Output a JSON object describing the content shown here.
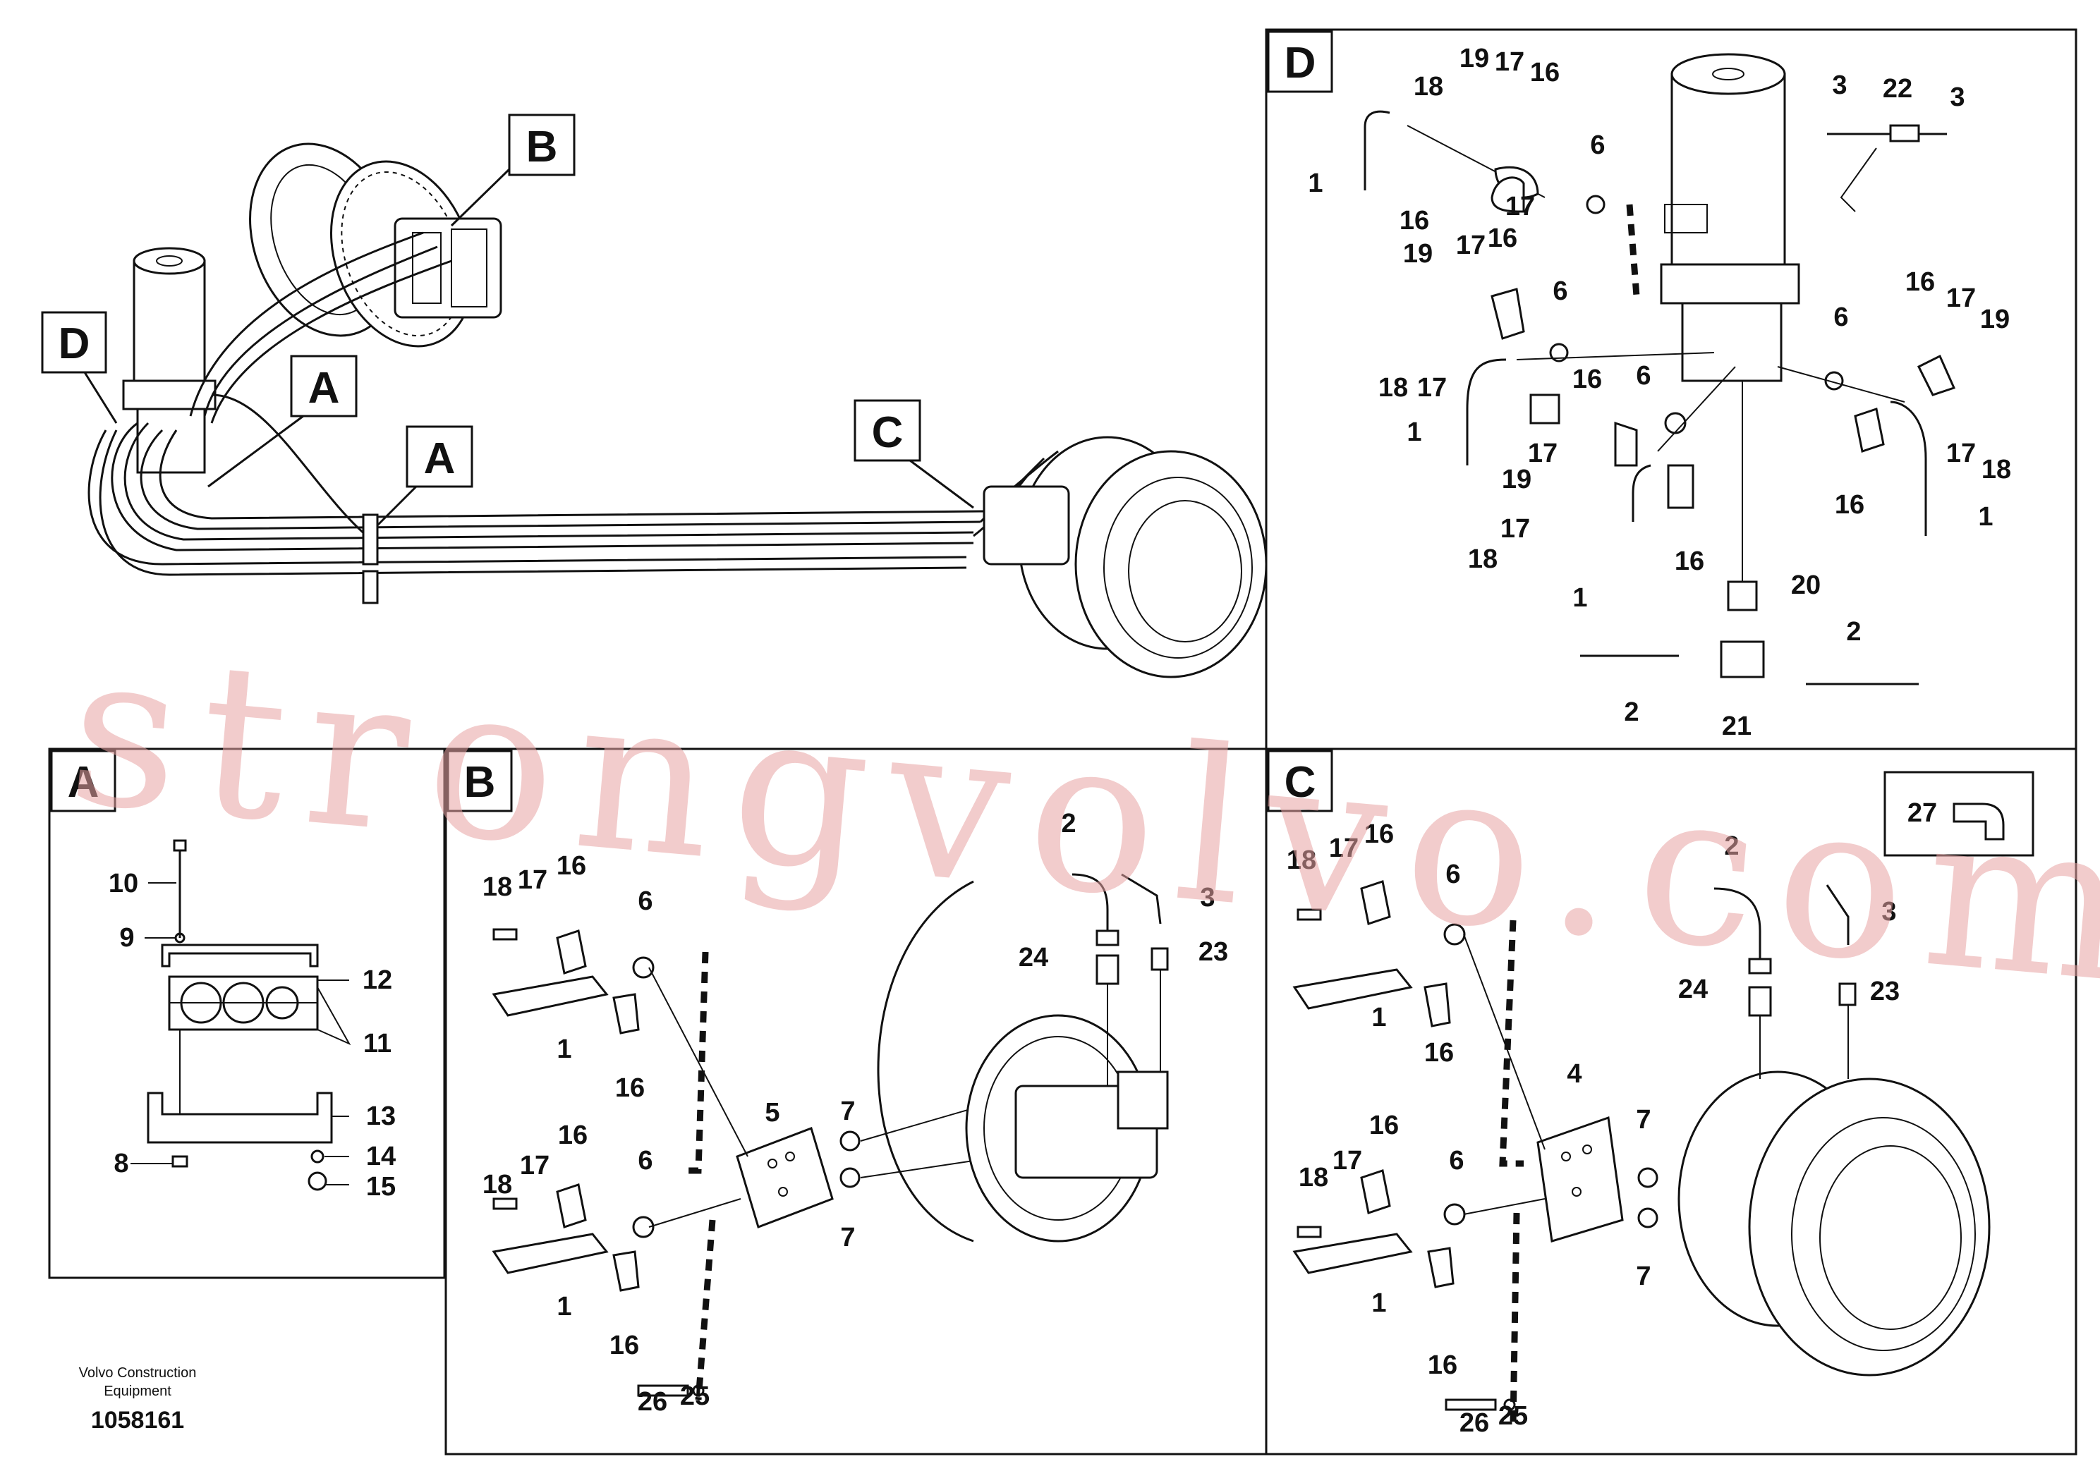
{
  "footer": {
    "company_line1": "Volvo Construction",
    "company_line2": "Equipment",
    "doc_number": "1058161"
  },
  "watermark": "strongvolvo.com",
  "colors": {
    "line": "#111111",
    "watermark": "#e7a3a3"
  },
  "overview": {
    "callouts": {
      "A1": "A",
      "A2": "A",
      "B": "B",
      "C": "C",
      "D": "D"
    }
  },
  "panel_A": {
    "title": "A",
    "labels": {
      "p10": "10",
      "p9": "9",
      "p12": "12",
      "p11": "11",
      "p13": "13",
      "p8": "8",
      "p14": "14",
      "p15": "15"
    }
  },
  "panel_B": {
    "title": "B",
    "labels": {
      "p18a": "18",
      "p17a": "17",
      "p16a": "16",
      "p6a": "6",
      "p1a": "1",
      "p16b": "16",
      "p5": "5",
      "p7a": "7",
      "p7b": "7",
      "p16c": "16",
      "p17b": "17",
      "p18b": "18",
      "p6b": "6",
      "p1b": "1",
      "p16d": "16",
      "p26": "26",
      "p25": "25",
      "p2": "2",
      "p3": "3",
      "p24": "24",
      "p23": "23"
    }
  },
  "panel_C": {
    "title": "C",
    "labels": {
      "p27": "27",
      "p18a": "18",
      "p17a": "17",
      "p16a": "16",
      "p6a": "6",
      "p1a": "1",
      "p16b": "16",
      "p4": "4",
      "p7a": "7",
      "p7b": "7",
      "p16c": "16",
      "p17b": "17",
      "p18b": "18",
      "p6b": "6",
      "p1b": "1",
      "p16d": "16",
      "p26": "26",
      "p25": "25",
      "p2": "2",
      "p3": "3",
      "p24": "24",
      "p23": "23"
    }
  },
  "panel_D": {
    "title": "D",
    "labels": {
      "p19a": "19",
      "p17a": "17",
      "p16a": "16",
      "p18a": "18",
      "p1a": "1",
      "p16b": "16",
      "p17b": "17",
      "p6a": "6",
      "p3a": "3",
      "p22": "22",
      "p3b": "3",
      "p19b": "19",
      "p17c": "17",
      "p16c": "16",
      "p6b": "6",
      "p18b": "18",
      "p17d": "17",
      "p1b": "1",
      "p16d": "16",
      "p6c": "6",
      "p17e": "17",
      "p19c": "19",
      "p17f": "17",
      "p18c": "18",
      "p1c": "1",
      "p16e": "16",
      "p6d": "6",
      "p16f": "16",
      "p17g": "17",
      "p19d": "19",
      "p17h": "17",
      "p18d": "18",
      "p16g": "16",
      "p1d": "1",
      "p20": "20",
      "p2a": "2",
      "p2b": "2",
      "p21": "21"
    }
  }
}
